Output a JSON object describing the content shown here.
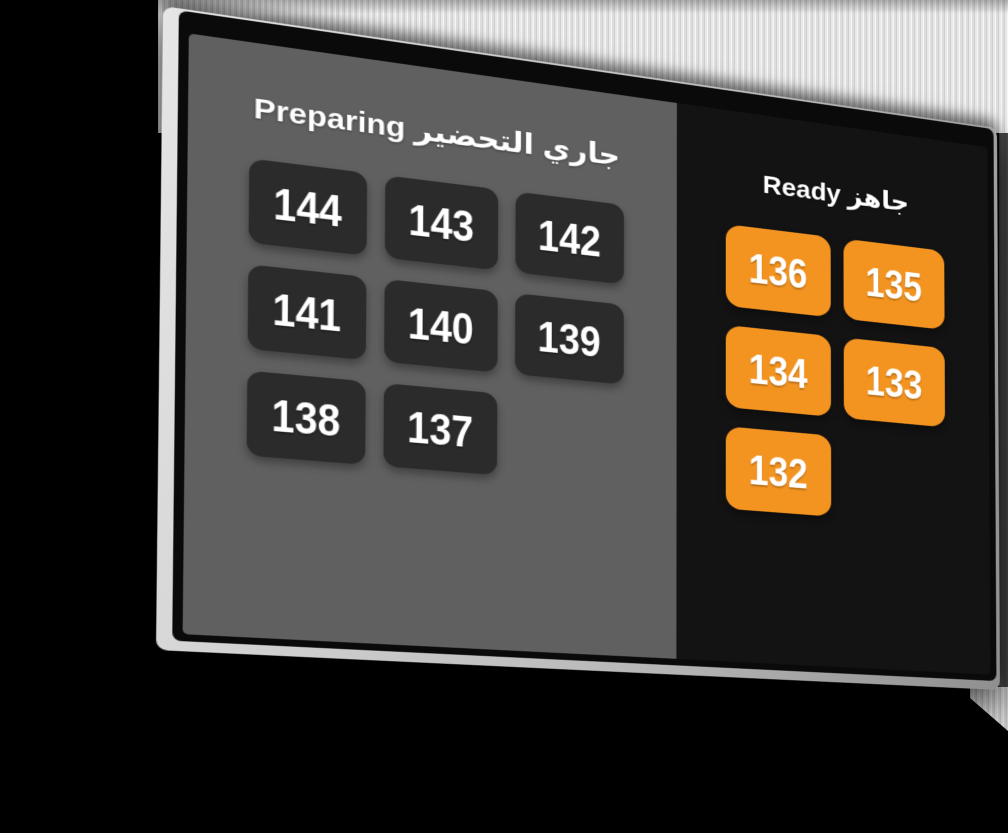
{
  "display": {
    "preparing": {
      "title": "جاري التحضير Preparing",
      "tiles": [
        "144",
        "143",
        "142",
        "141",
        "140",
        "139",
        "138",
        "137"
      ]
    },
    "ready": {
      "title": "جاهز Ready",
      "tiles": [
        "136",
        "135",
        "134",
        "133",
        "132"
      ]
    },
    "colors": {
      "preparing_bg": "#606060",
      "preparing_tile": "#2b2b2b",
      "ready_bg": "#131313",
      "ready_tile": "#f49420"
    }
  }
}
